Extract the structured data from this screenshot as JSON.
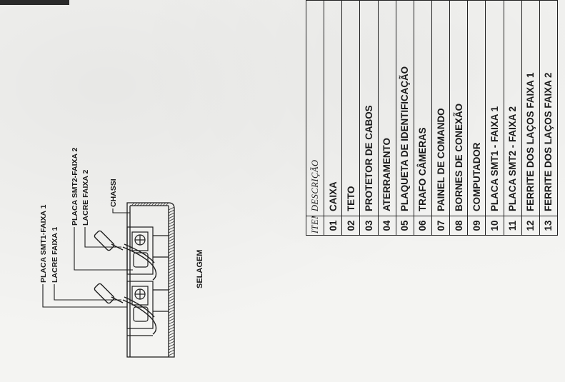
{
  "diagram": {
    "labels": {
      "placa1": "PLACA SMT1-FAIXA 1",
      "lacre1": "LACRE FAIXA 1",
      "placa2": "PLACA SMT2-FAIXA 2",
      "lacre2": "LACRE FAIXA 2",
      "chassi": "CHASSI"
    },
    "caption": "SELAGEM"
  },
  "table": {
    "header": {
      "item": "ITEM",
      "descricao": "DESCRIÇÃO"
    },
    "rows": [
      {
        "item": "13",
        "descricao": "FERRITE DOS LAÇOS FAIXA 2"
      },
      {
        "item": "12",
        "descricao": "FERRITE DOS LAÇOS FAIXA 1"
      },
      {
        "item": "11",
        "descricao": "PLACA SMT2 - FAIXA 2"
      },
      {
        "item": "10",
        "descricao": "PLACA SMT1 - FAIXA 1"
      },
      {
        "item": "09",
        "descricao": "COMPUTADOR"
      },
      {
        "item": "08",
        "descricao": "BORNES DE CONEXÃO"
      },
      {
        "item": "07",
        "descricao": "PAINEL DE COMANDO"
      },
      {
        "item": "06",
        "descricao": "TRAFO CÂMERAS"
      },
      {
        "item": "05",
        "descricao": "PLAQUETA DE IDENTIFICAÇÃO"
      },
      {
        "item": "04",
        "descricao": "ATERRAMENTO"
      },
      {
        "item": "03",
        "descricao": "PROTETOR DE CABOS"
      },
      {
        "item": "02",
        "descricao": "TETO"
      },
      {
        "item": "01",
        "descricao": "CAIXA"
      }
    ]
  }
}
